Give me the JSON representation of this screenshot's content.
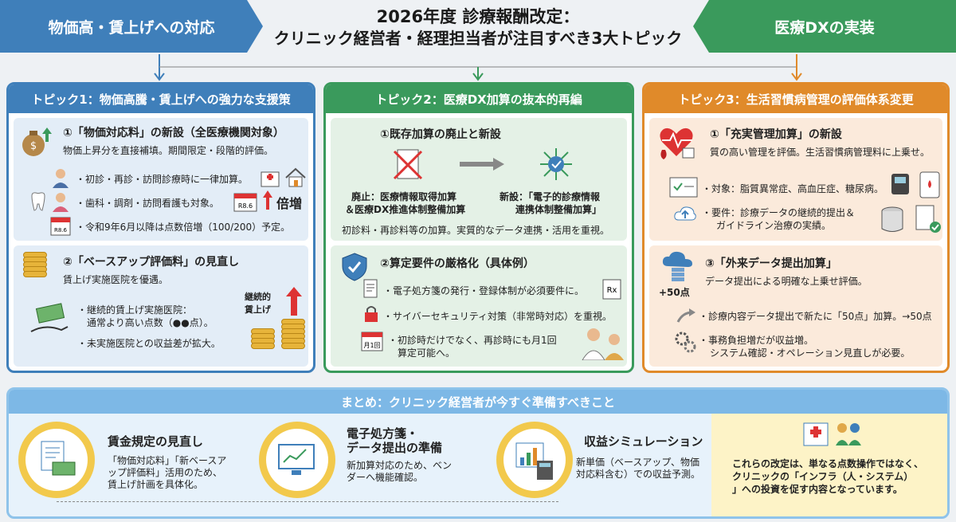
{
  "banner_left": "物価高・賃上げへの対応",
  "banner_right": "医療DXの実装",
  "title": {
    "line1": "2026年度 診療報酬改定：",
    "line2": "クリニック経営者・経理担当者が注目すべき3大トピック"
  },
  "topic1": {
    "header": "トピック1：物価高騰・賃上げへの強力な支援策",
    "s1_heading": "①「物価対応料」の新設（全医療機関対象）",
    "s1_desc": "物価上昇分を直接補填。期間限定・段階的評価。",
    "s1_b1": "・初診・再診・訪問診療時に一律加算。",
    "s1_b2": "・歯科・調剤・訪問看護も対象。",
    "s1_b3": "・令和9年6月以降は点数倍増（100/200）予定。",
    "cal1": "R8.6",
    "cal2": "R8.6",
    "baizo": "倍増",
    "s2_heading": "②「ベースアップ評価料」の見直し",
    "s2_desc": "賃上げ実施医院を優遇。",
    "s2_b1": "・継続的賃上げ実施医院：",
    "s2_b1b": "通常より高い点数（●●点）。",
    "s2_b2": "・未実施医院との収益差が拡大。",
    "keizoku": "継続的",
    "chinage": "賃上げ"
  },
  "topic2": {
    "header": "トピック2：医療DX加算の抜本的再編",
    "s1_heading": "①既存加算の廃止と新設",
    "old1": "廃止：医療情報取得加算",
    "old2": "＆医療DX推進体制整備加算",
    "new1": "新設：「電子的診療情報",
    "new2": "連携体制整備加算」",
    "s1_desc": "初診料・再診料等の加算。実質的なデータ連携・活用を重視。",
    "s2_heading": "②算定要件の厳格化（具体例）",
    "s2_b1": "・電子処方箋の発行・登録体制が必須要件に。",
    "s2_b2": "・サイバーセキュリティ対策（非常時対応）を重視。",
    "s2_b3": "・初診時だけでなく、再診時にも月1回",
    "s2_b3b": "算定可能へ。",
    "cal": "月1回"
  },
  "topic3": {
    "header": "トピック3：生活習慣病管理の評価体系変更",
    "s1_heading": "①「充実管理加算」の新設",
    "s1_desc": "質の高い管理を評価。生活習慣病管理料に上乗せ。",
    "s1_b1": "・対象：脂質異常症、高血圧症、糖尿病。",
    "s1_b2": "・要件：診療データの継続的提出＆",
    "s1_b2b": "ガイドライン治療の実績。",
    "s2_heading": "③「外来データ提出加算」",
    "s2_desc": "データ提出による明確な上乗せ評価。",
    "plus50": "+50点",
    "s2_b1": "・診療内容データ提出で新たに「50点」加算。→50点",
    "s2_b2": "・事務負担増だが収益増。",
    "s2_b2b": "システム確認・オペレーション見直しが必要。"
  },
  "summary": {
    "header": "まとめ：クリニック経営者が今すぐ準備すべきこと",
    "i1_title": "賃金規定の見直し",
    "i1_l1": "「物価対応料」「新ベースア",
    "i1_l2": "ップ評価料」活用のため、",
    "i1_l3": "賃上げ計画を具体化。",
    "i2_title1": "電子処方箋・",
    "i2_title2": "データ提出の準備",
    "i2_l1": "新加算対応のため、ベン",
    "i2_l2": "ダーへ機能確認。",
    "i3_title": "収益シミュレーション",
    "i3_l1": "新単価（ベースアップ、物価",
    "i3_l2": "対応料含む）での収益予測。",
    "final1": "これらの改定は、単なる点数操作ではなく、",
    "final2": "クリニックの「インフラ（人・システム）",
    "final3": "」への投資を促す内容となっています。"
  },
  "colors": {
    "blue": "#3f7fba",
    "green": "#3a9a5c",
    "orange": "#e08a2a",
    "yellow": "#f2c94c"
  }
}
